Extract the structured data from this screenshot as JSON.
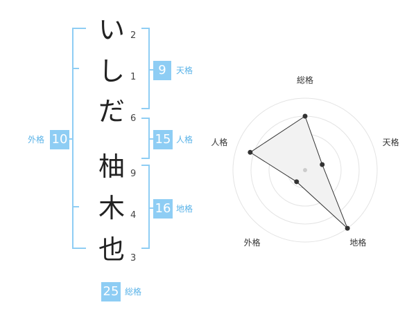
{
  "name_chars": [
    {
      "char": "い",
      "strokes": "2"
    },
    {
      "char": "し",
      "strokes": "1"
    },
    {
      "char": "だ",
      "strokes": "6"
    },
    {
      "char": "柚",
      "strokes": "9"
    },
    {
      "char": "木",
      "strokes": "4"
    },
    {
      "char": "也",
      "strokes": "3"
    }
  ],
  "kaku": {
    "tenkaku": {
      "value": "9",
      "label": "天格"
    },
    "jinkaku": {
      "value": "15",
      "label": "人格"
    },
    "chikaku": {
      "value": "16",
      "label": "地格"
    },
    "gaikaku": {
      "value": "10",
      "label": "外格"
    },
    "soukaku": {
      "value": "25",
      "label": "総格"
    }
  },
  "colors": {
    "accent": "#8ecdf4",
    "label": "#5ab3e8",
    "radar_fill": "#f2f2f2"
  },
  "chart_data": {
    "type": "radar",
    "axes": [
      "総格",
      "天格",
      "地格",
      "外格",
      "人格"
    ],
    "values": [
      0.75,
      0.25,
      1.0,
      0.2,
      0.8
    ],
    "range": [
      0,
      1
    ],
    "rings": 4
  }
}
